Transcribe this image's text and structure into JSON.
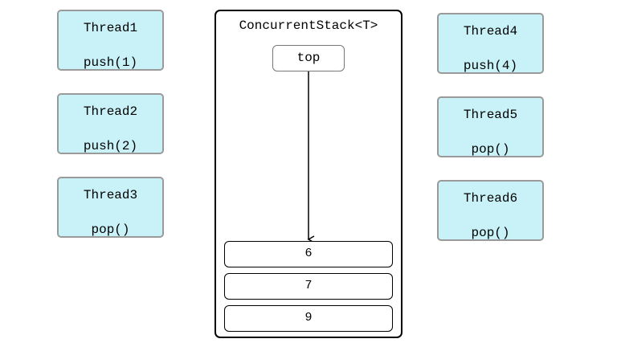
{
  "stack": {
    "title": "ConcurrentStack<T>",
    "top_label": "top",
    "nodes": [
      "6",
      "7",
      "9"
    ]
  },
  "threads_left": [
    {
      "name": "Thread1",
      "op": "push(1)"
    },
    {
      "name": "Thread2",
      "op": "push(2)"
    },
    {
      "name": "Thread3",
      "op": "pop()"
    }
  ],
  "threads_right": [
    {
      "name": "Thread4",
      "op": "push(4)"
    },
    {
      "name": "Thread5",
      "op": "pop()"
    },
    {
      "name": "Thread6",
      "op": "pop()"
    }
  ],
  "colors": {
    "thread_fill": "#c9f2f8",
    "thread_border": "#9a9a9a",
    "stack_border": "#000000"
  }
}
